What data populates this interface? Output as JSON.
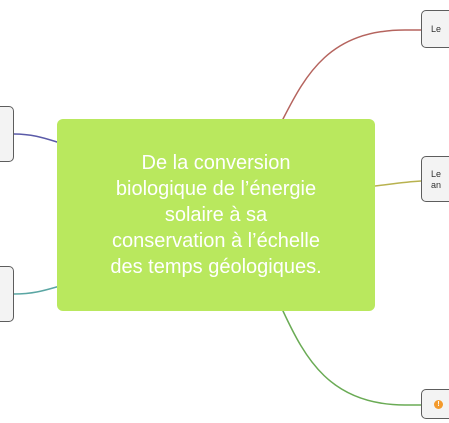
{
  "mindmap": {
    "central_topic": "De la conversion\nbiologique de l’énergie\nsolaire à sa\nconservation à l’échelle\ndes temps géologiques.",
    "branches": {
      "top_right": {
        "label": "Le"
      },
      "mid_right": {
        "label": "Le\nan"
      },
      "bottom_right": {
        "label": "",
        "badge": "!"
      },
      "top_left": {
        "label": ""
      },
      "bottom_left": {
        "label": ""
      }
    }
  },
  "colors": {
    "central_fill": "#b9e85e",
    "central_text": "#ffffff",
    "node_fill": "#f3f3f3",
    "node_border": "#5d5d5d",
    "connector_top_right": "#b5645e",
    "connector_mid_right": "#b8b24f",
    "connector_bottom_right": "#6aab55",
    "connector_top_left": "#5a5aa8",
    "connector_bottom_left": "#5aa6a3",
    "badge": "#f39a2c"
  }
}
